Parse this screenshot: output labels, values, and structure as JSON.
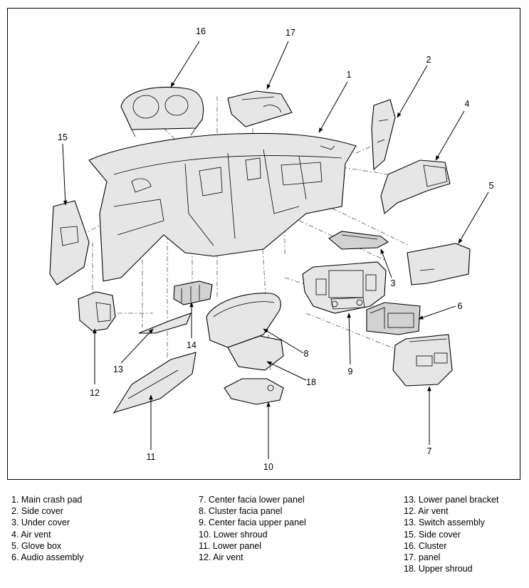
{
  "callouts": [
    "1",
    "2",
    "3",
    "4",
    "5",
    "6",
    "7",
    "8",
    "9",
    "10",
    "11",
    "12",
    "13",
    "14",
    "15",
    "16",
    "17",
    "18"
  ],
  "legend": {
    "col1": [
      "1. Main crash pad",
      "2. Side cover",
      "3. Under cover",
      "4. Air vent",
      "5. Glove box",
      "6. Audio assembly"
    ],
    "col2": [
      "7. Center facia lower panel",
      "8. Cluster facia panel",
      "9. Center facia upper panel",
      "10. Lower shroud",
      "11. Lower panel",
      "12. Air vent"
    ],
    "col3": [
      "13. Lower panel bracket",
      "12. Air vent",
      "13. Switch assembly",
      "15. Side cover",
      "16. Cluster",
      "17. panel",
      "18. Upper shroud"
    ]
  }
}
